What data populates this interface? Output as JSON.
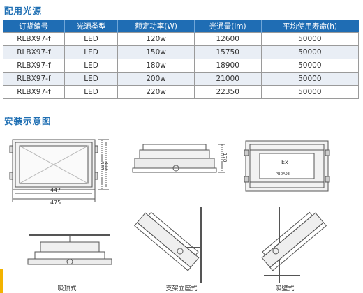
{
  "sections": {
    "light_source_title": "配用光源",
    "install_title": "安装示意图"
  },
  "table": {
    "headers": [
      "订货编号",
      "光源类型",
      "额定功率(W)",
      "光通量(lm)",
      "平均使用寿命(h)"
    ],
    "rows": [
      [
        "RLBX97-f",
        "LED",
        "120w",
        "12600",
        "50000"
      ],
      [
        "RLBX97-f",
        "LED",
        "150w",
        "15750",
        "50000"
      ],
      [
        "RLBX97-f",
        "LED",
        "180w",
        "18900",
        "50000"
      ],
      [
        "RLBX97-f",
        "LED",
        "200w",
        "21000",
        "50000"
      ],
      [
        "RLBX97-f",
        "LED",
        "220w",
        "22350",
        "50000"
      ]
    ]
  },
  "dimensions": {
    "inner_width": "447",
    "outer_width": "475",
    "outer_height": "365",
    "inner_height": "307",
    "side_height": "178"
  },
  "product_label": {
    "ex_mark": "Ex",
    "plate_text": "PBDA93"
  },
  "captions": {
    "ceiling": "吸顶式",
    "bracket": "支架立座式",
    "wall": "吸壁式"
  },
  "colors": {
    "brand_blue": "#1f6db4",
    "accent_yellow": "#f3b300"
  }
}
